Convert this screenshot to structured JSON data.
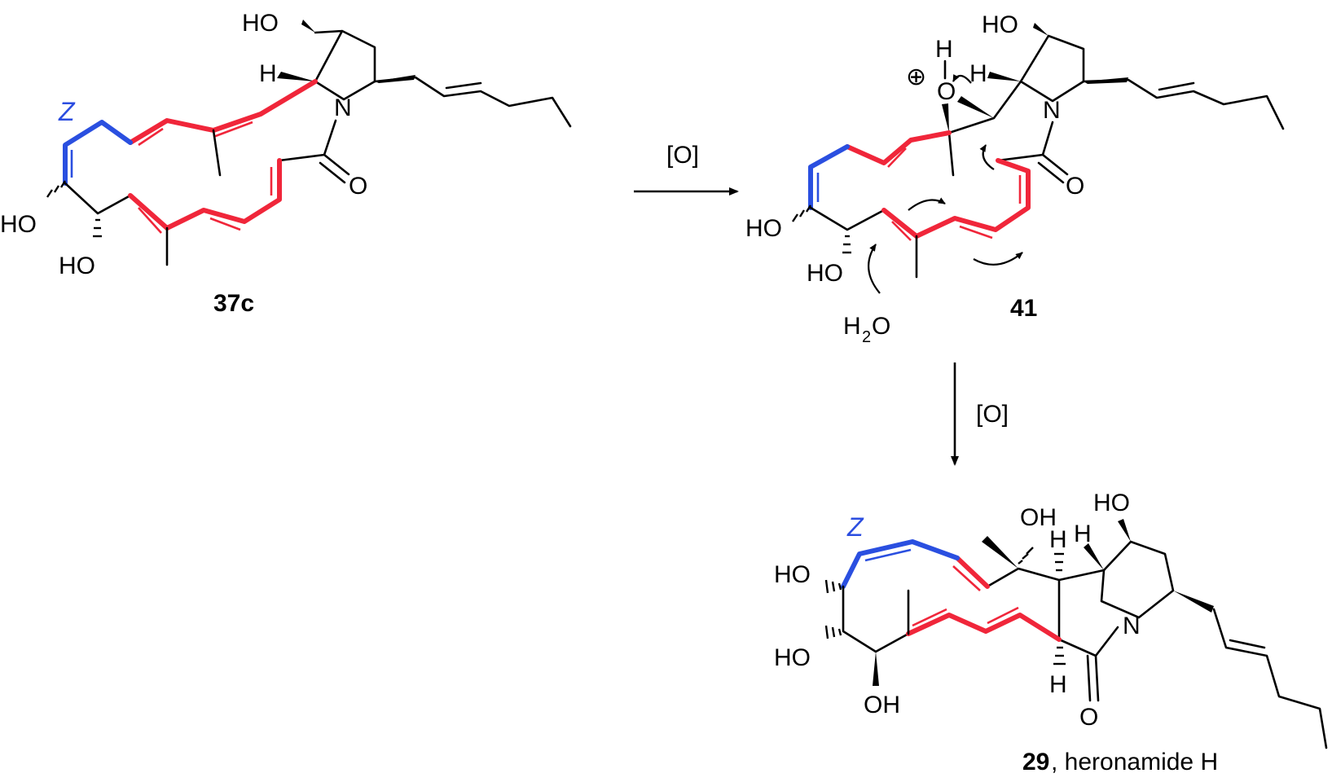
{
  "reaction": {
    "step1_reagent": "[O]",
    "step2_reagent": "[O]"
  },
  "compound_37c": {
    "label": "37c",
    "geometry_tag": "Z",
    "atoms": {
      "ho_top": "HO",
      "h": "H",
      "n": "N",
      "o_carbonyl": "O",
      "ho_left": "HO",
      "ho_bottom": "HO"
    }
  },
  "compound_41": {
    "label": "41",
    "atoms": {
      "ho_top": "HO",
      "h_oxonium": "H",
      "o_oxonium": "O",
      "plus": "⊕",
      "h": "H",
      "n": "N",
      "o_carbonyl": "O",
      "ho_left": "HO",
      "ho_bottom": "HO"
    },
    "water": {
      "h": "H",
      "sub": "2",
      "o": "O"
    }
  },
  "compound_29": {
    "label_num": "29",
    "label_rest": ", heronamide H",
    "geometry_tag": "Z",
    "atoms": {
      "ho_top": "HO",
      "oh_top": "OH",
      "h_top": "H",
      "h_ring": "H",
      "n": "N",
      "ho_left1": "HO",
      "ho_left2": "HO",
      "oh_bottom": "OH",
      "h_bottom": "H",
      "o_carbonyl": "O"
    }
  },
  "colors": {
    "red": "#f0263a",
    "blue": "#2a4fe0",
    "black": "#000000"
  }
}
